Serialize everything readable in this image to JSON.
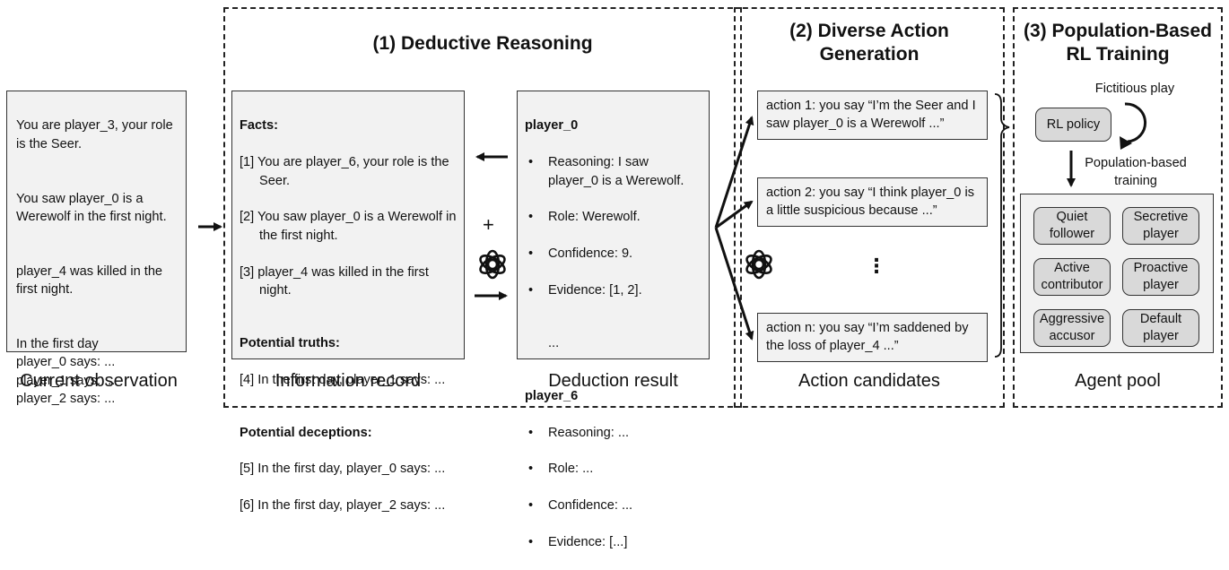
{
  "observation": {
    "paragraphs": [
      "You are player_3, your role is the Seer.",
      "You saw player_0 is a Werewolf in the first night.",
      "player_4 was killed in the first night.",
      "In the first day\nplayer_0 says: ...\nplayer_1 says: ...\nplayer_2 says: ..."
    ],
    "caption": "Current observation"
  },
  "deductive": {
    "title": "(1) Deductive Reasoning",
    "info_record": {
      "facts_heading": "Facts:",
      "facts": [
        "[1] You are player_6, your role is the Seer.",
        "[2] You saw player_0 is a Werewolf in the first night.",
        "[3] player_4 was killed in the first night."
      ],
      "truths_heading": "Potential truths:",
      "truths": [
        "[4] In the first day, player_1 says: ..."
      ],
      "deceptions_heading": "Potential deceptions:",
      "deceptions": [
        "[5] In the first day, player_0 says: ...",
        "[6] In the first day, player_2 says: ..."
      ],
      "caption": "Information record"
    },
    "plus": "+",
    "deduction": {
      "player_a": "player_0",
      "player_a_items": [
        "Reasoning: I saw player_0 is a Werewolf.",
        "Role: Werewolf.",
        "Confidence: 9.",
        "Evidence: [1, 2]."
      ],
      "ellipsis": "...",
      "player_b": "player_6",
      "player_b_items": [
        "Reasoning: ...",
        "Role: ...",
        "Confidence: ...",
        "Evidence: [...]"
      ],
      "caption": "Deduction result"
    }
  },
  "actions": {
    "title": "(2) Diverse Action\nGeneration",
    "items": [
      "action 1: you say “I’m the Seer and I saw player_0 is a Werewolf ...”",
      "action 2: you say “I think player_0 is a little suspicious because ...”",
      "action n: you say “I’m saddened by the loss of player_4 ...”"
    ],
    "vdots": "⋮",
    "caption": "Action candidates"
  },
  "rl": {
    "title": "(3) Population-Based\nRL Training",
    "fictitious_play": "Fictitious play",
    "policy_label": "RL policy",
    "population_label": "Population-based\ntraining",
    "pool": [
      "Quiet\nfollower",
      "Secretive\nplayer",
      "Active\ncontributor",
      "Proactive\nplayer",
      "Aggressive\naccusor",
      "Default\nplayer"
    ],
    "caption": "Agent pool"
  },
  "icons": [
    "openai-logo-icon",
    "arrow-icon",
    "brace-icon",
    "cycle-arrow-icon"
  ]
}
